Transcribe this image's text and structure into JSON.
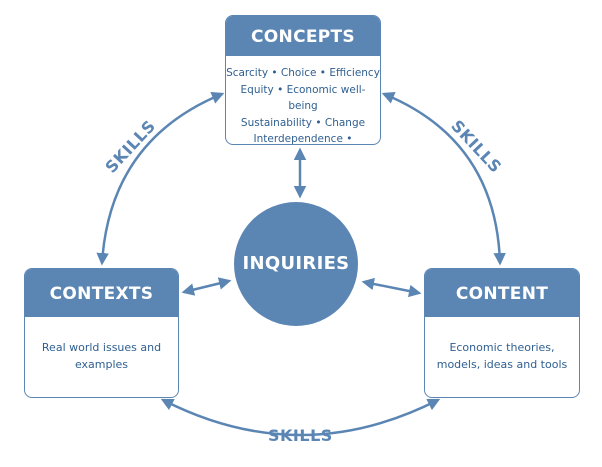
{
  "colors": {
    "primary": "#5b86b4",
    "text_dark": "#2f5f90",
    "background": "#ffffff"
  },
  "concepts": {
    "title": "CONCEPTS",
    "lines": [
      "Scarcity • Choice • Efficiency",
      "Equity • Economic well-being",
      "Sustainability • Change",
      "Interdependence • Intervention"
    ]
  },
  "contexts": {
    "title": "CONTEXTS",
    "lines": [
      "Real world issues and",
      "examples"
    ]
  },
  "content": {
    "title": "CONTENT",
    "lines": [
      "Economic theories,",
      "models, ideas and tools"
    ]
  },
  "inquiries": {
    "label": "INQUIRIES"
  },
  "skills": {
    "left": "SKILLS",
    "right": "SKILLS",
    "bottom": "SKILLS"
  }
}
